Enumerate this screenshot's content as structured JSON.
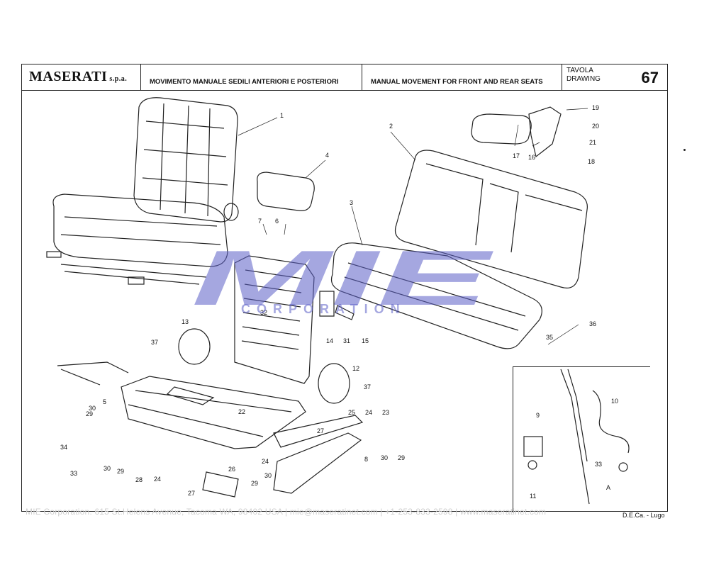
{
  "title_block": {
    "brand": "MASERATI",
    "brand_suffix": "s.p.a.",
    "title_it": "MOVIMENTO MANUALE SEDILI ANTERIORI E POSTERIORI",
    "title_en": "MANUAL MOVEMENT FOR FRONT AND REAR SEATS",
    "tavola_label": "TAVOLA",
    "drawing_label": "DRAWING",
    "drawing_number": "67"
  },
  "watermark": {
    "logo_text": "MIE",
    "corporation_text": "CORPORATION",
    "color": "#5b5fc7"
  },
  "callouts": {
    "c1": "1",
    "c2": "2",
    "c3": "3",
    "c4": "4",
    "c5": "5",
    "c6": "6",
    "c7": "7",
    "c8": "8",
    "c9": "9",
    "c10": "10",
    "c11": "11",
    "c12": "12",
    "c13": "13",
    "c14": "14",
    "c15": "15",
    "c16": "16",
    "c17": "17",
    "c18": "18",
    "c19": "19",
    "c20": "20",
    "c21": "21",
    "c22": "22",
    "c23": "23",
    "c24a": "24",
    "c24b": "24",
    "c24c": "24",
    "c25": "25",
    "c26": "26",
    "c27a": "27",
    "c27b": "27",
    "c28": "28",
    "c29a": "29",
    "c29b": "29",
    "c29c": "29",
    "c29d": "29",
    "c30a": "30",
    "c30b": "30",
    "c30c": "30",
    "c30d": "30",
    "c31": "31",
    "c32": "32",
    "c33a": "33",
    "c33b": "33",
    "c34": "34",
    "c35": "35",
    "c36": "36",
    "c37a": "37",
    "c37b": "37",
    "cA": "A"
  },
  "footer": {
    "contact": "MIE Corporation. 615 St.Helens Avenue, Tacoma WA, 98402 USA  |  mie@maseratinet.com  |  +1-253-833-2598  |  www.maseratinet.com",
    "credit": "D.E.Ca. - Lugo"
  }
}
